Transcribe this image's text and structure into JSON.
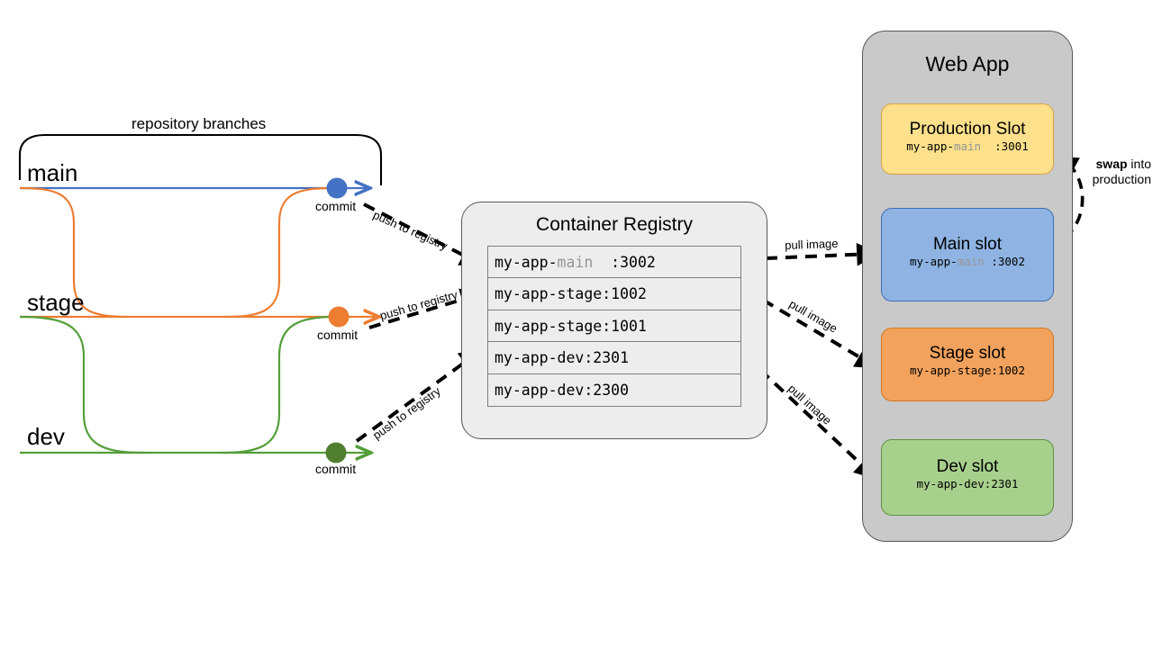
{
  "diagram": {
    "title": "CI/CD branch to slot deployment flow",
    "colors": {
      "main_branch": "#4472c4",
      "stage_branch": "#ed7d31",
      "dev_branch": "#549e3a",
      "registry_fill": "#ededed",
      "webapp_fill": "#c9c9c9",
      "production_slot": "#fce08b",
      "main_slot": "#8fb4e3",
      "stage_slot": "#f2a25c",
      "dev_slot": "#a8d08d",
      "dashed_arrow": "#000000"
    }
  },
  "repository": {
    "bracket_label": "repository branches",
    "branches": [
      {
        "name": "main",
        "commit_label": "commit",
        "color": "#4472c4"
      },
      {
        "name": "stage",
        "commit_label": "commit",
        "color": "#ed7d31"
      },
      {
        "name": "dev",
        "commit_label": "commit",
        "color": "#549e3a"
      }
    ]
  },
  "registry": {
    "title": "Container Registry",
    "images": [
      {
        "prefix": "my-app-",
        "dim": "main",
        "suffix": "  :3002"
      },
      {
        "prefix": "my-app-stage:1002",
        "dim": "",
        "suffix": ""
      },
      {
        "prefix": "my-app-stage:1001",
        "dim": "",
        "suffix": ""
      },
      {
        "prefix": "my-app-dev:2301",
        "dim": "",
        "suffix": ""
      },
      {
        "prefix": "my-app-dev:2300",
        "dim": "",
        "suffix": ""
      }
    ]
  },
  "webapp": {
    "title": "Web App",
    "slots": [
      {
        "title": "Production Slot",
        "tag_prefix": "my-app-",
        "tag_dim": "main",
        "tag_suffix": "  :3001"
      },
      {
        "title": "Main  slot",
        "tag_prefix": "my-app-",
        "tag_dim": "main",
        "tag_suffix": " :3002"
      },
      {
        "title": "Stage slot",
        "tag_prefix": "my-app-stage:1002",
        "tag_dim": "",
        "tag_suffix": ""
      },
      {
        "title": "Dev slot",
        "tag_prefix": "my-app-dev:2301",
        "tag_dim": "",
        "tag_suffix": ""
      }
    ]
  },
  "edges": {
    "push_main": "push to registry",
    "push_stage": "push to registry",
    "push_dev": "push to registry",
    "pull_main": "pull image",
    "pull_stage": "pull image",
    "pull_dev": "pull image",
    "swap_bold": "swap",
    "swap_rest": " into",
    "swap_line2": "production"
  }
}
